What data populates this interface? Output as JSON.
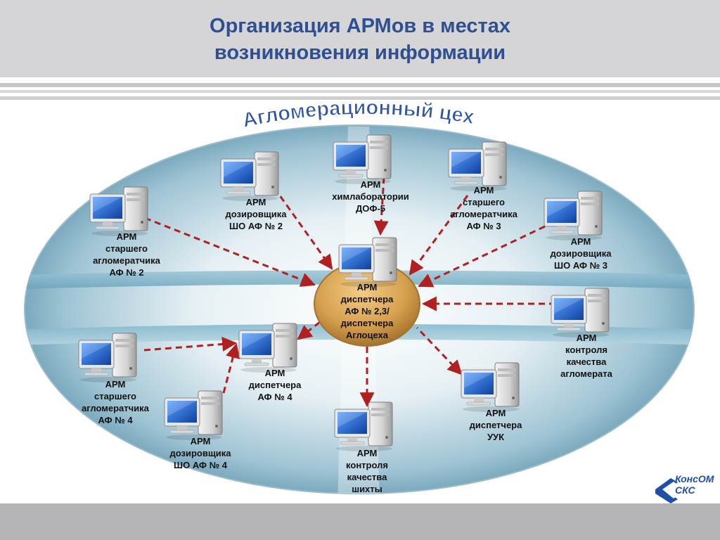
{
  "header": {
    "title_line1": "Организация АРМов в местах",
    "title_line2": "возникновения информации"
  },
  "diagram": {
    "banner": "Агломерационный цех",
    "hub": {
      "lines": [
        "АРМ",
        "диспетчера",
        "АФ № 2,3/",
        "диспетчера",
        "Аглоцеха"
      ]
    },
    "nodes": [
      {
        "id": "starshego-af2",
        "lines": [
          "АРМ",
          "старшего",
          "агломератчика",
          "АФ № 2"
        ]
      },
      {
        "id": "dozirovshchika-af2",
        "lines": [
          "АРМ",
          "дозировщика",
          "ШО АФ № 2"
        ]
      },
      {
        "id": "khimlab",
        "lines": [
          "АРМ",
          "химлаборатории",
          "ДОФ-5"
        ]
      },
      {
        "id": "starshego-af3",
        "lines": [
          "АРМ",
          "старшего",
          "агломератчика",
          "АФ № 3"
        ]
      },
      {
        "id": "dozirovshchika-af3",
        "lines": [
          "АРМ",
          "дозировщика",
          "ШО АФ № 3"
        ]
      },
      {
        "id": "kontrolya-aglomerata",
        "lines": [
          "АРМ",
          "контроля",
          "качества",
          "агломерата"
        ]
      },
      {
        "id": "dispetchera-uuk",
        "lines": [
          "АРМ",
          "диспетчера",
          "УУК"
        ]
      },
      {
        "id": "kontrolya-shikhty",
        "lines": [
          "АРМ",
          "контроля",
          "качества",
          "шихты"
        ]
      },
      {
        "id": "dozirovshchika-af4",
        "lines": [
          "АРМ",
          "дозировщика",
          "ШО АФ № 4"
        ]
      },
      {
        "id": "dispetchera-af4",
        "lines": [
          "АРМ",
          "диспетчера",
          "АФ № 4"
        ]
      },
      {
        "id": "starshego-af4",
        "lines": [
          "АРМ",
          "старшего",
          "агломератчика",
          "АФ № 4"
        ]
      }
    ]
  },
  "logo": {
    "line1": "КонсОМ",
    "line2": "СКС"
  },
  "colors": {
    "title": "#2e4f92",
    "banner": "#2e56a8",
    "hub": "#d6a04e",
    "arrow": "#b02020",
    "monitor": "#1e63c8"
  },
  "icons": {
    "workstation": "desktop-computer-icon"
  }
}
